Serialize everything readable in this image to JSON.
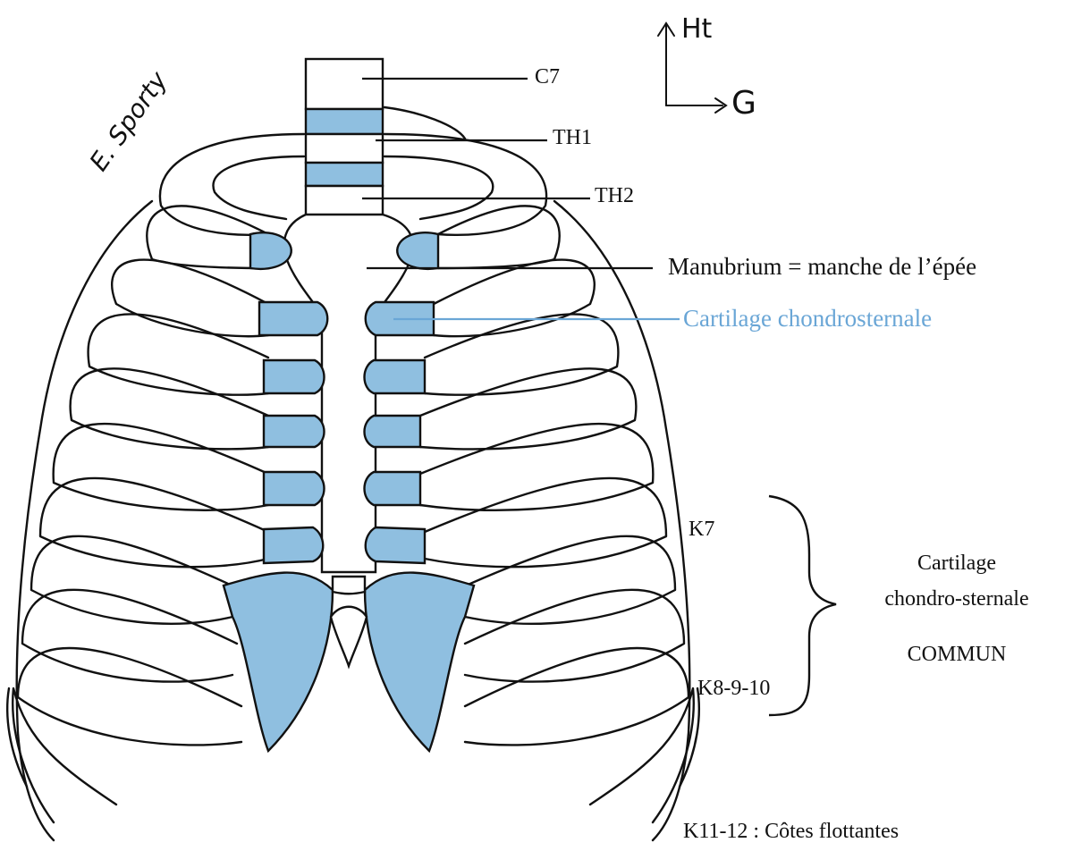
{
  "labels": {
    "c7": "C7",
    "th1": "TH1",
    "th2": "TH2",
    "manubrium": "Manubrium = manche de l’épée",
    "cartilage_chondrosternale": "Cartilage chondrosternale",
    "k7": "K7",
    "k8_9_10": "K8-9-10",
    "group_line1": "Cartilage",
    "group_line2": "chondro-sternale",
    "group_line3": "COMMUN",
    "floating_ribs": "K11-12 : Côtes flottantes"
  },
  "orientation": {
    "up": "Ht",
    "left": "G"
  },
  "signature": "E. Sporty",
  "colors": {
    "cartilage": "#8fbfe0",
    "line": "#111111",
    "accent_label": "#6aa6d6"
  }
}
